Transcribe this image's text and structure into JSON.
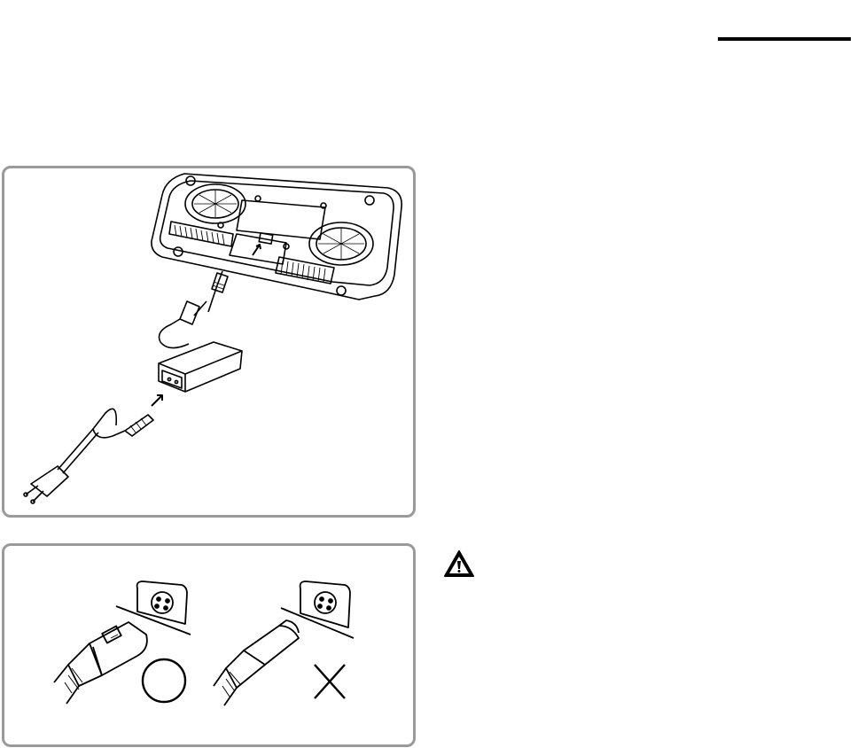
{
  "page": {
    "background": "#ffffff"
  },
  "figures": [
    {
      "name": "power-adapter-connection-illustration",
      "icons": [
        "device-underside",
        "arrow-up-icon",
        "power-adapter-brick",
        "ac-power-cord",
        "euro-plug"
      ]
    },
    {
      "name": "plug-orientation-illustration",
      "icons": [
        "correct-plug-orientation",
        "circle-ok-icon",
        "incorrect-plug-orientation",
        "cross-no-icon"
      ]
    }
  ],
  "warning": {
    "icon": "warning-icon"
  },
  "colors": {
    "panel_border": "#9a9a9a",
    "line": "#000000"
  }
}
